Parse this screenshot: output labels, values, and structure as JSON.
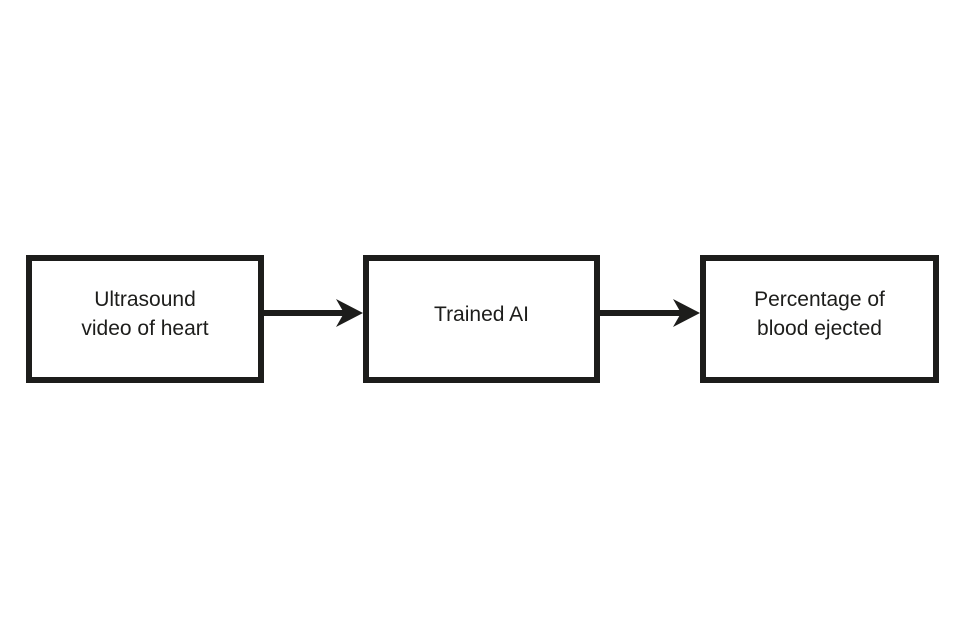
{
  "diagram": {
    "type": "flowchart",
    "background_color": "#ffffff",
    "ink_color": "#1d1d1b",
    "nodes": [
      {
        "id": "ultrasound-video",
        "label": "Ultrasound\nvideo of heart"
      },
      {
        "id": "trained-ai",
        "label": "Trained AI"
      },
      {
        "id": "percentage-blood-ejected",
        "label": "Percentage of\nblood ejected"
      }
    ],
    "edges": [
      {
        "from": "ultrasound-video",
        "to": "trained-ai",
        "style": "solid-arrow"
      },
      {
        "from": "trained-ai",
        "to": "percentage-blood-ejected",
        "style": "solid-arrow"
      }
    ]
  }
}
